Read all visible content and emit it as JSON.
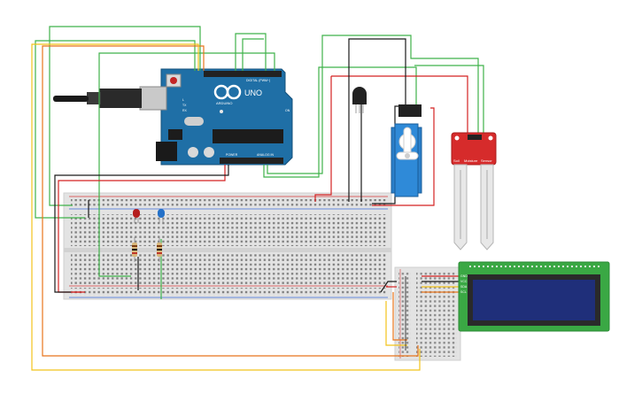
{
  "board": {
    "brand": "UNO",
    "digital_label": "DIGITAL (PWM~)",
    "power_label": "POWER",
    "analog_label": "ANALOG IN",
    "maker_label": "ARDUINO",
    "tx_label": "TX",
    "rx_label": "RX",
    "l_label": "L",
    "on_label": "ON"
  },
  "sensor": {
    "label_left": "Soil",
    "label_mid": "Moisture",
    "label_right": "Sensor"
  },
  "lcd": {
    "pin_labels": [
      "GND",
      "VCC",
      "SDA",
      "SCL"
    ]
  },
  "colors": {
    "board_blue": "#1f6fa6",
    "breadboard": "#e6e6e6",
    "wire_green": "#3fb24a",
    "wire_red": "#d42222",
    "wire_black": "#1a1a1a",
    "wire_yellow": "#f2c31b",
    "wire_orange": "#e8741c",
    "servo_blue": "#2a7fc9",
    "sensor_red": "#d62b2b",
    "lcd_green": "#3aa844",
    "lcd_screen": "#1f2f7a"
  }
}
